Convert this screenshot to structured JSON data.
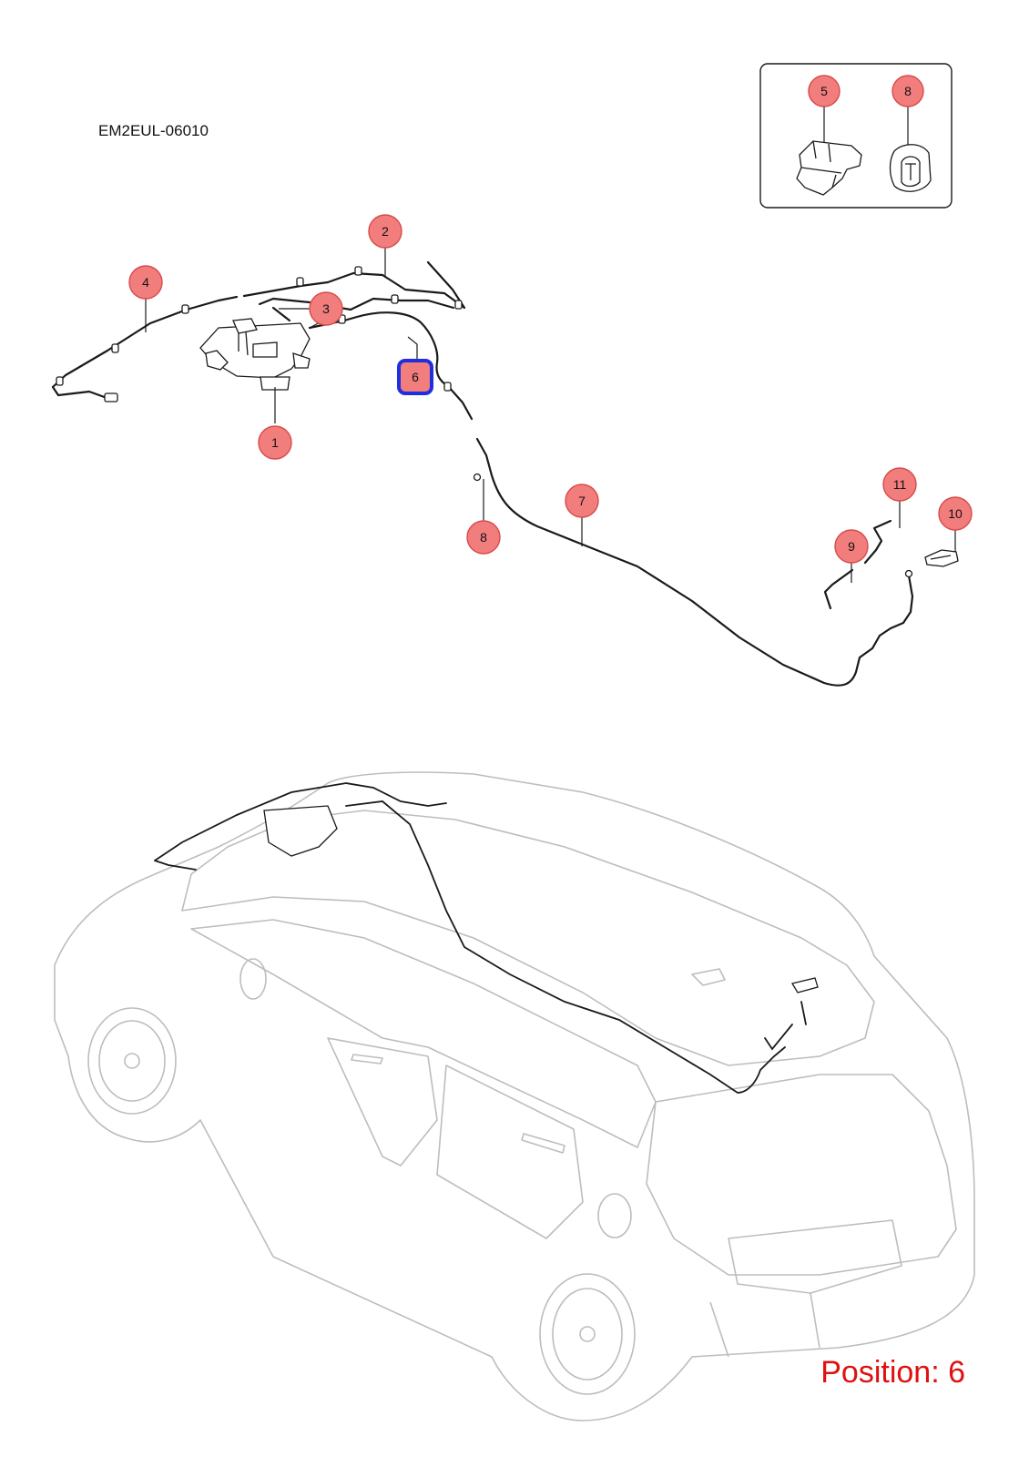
{
  "diagram_code": "EM2EUL-06010",
  "position_label": "Position: 6",
  "selected_callout": "6",
  "colors": {
    "callout_fill": "#f27d7d",
    "callout_stroke": "#d94a4a",
    "selected_stroke": "#1f2fe0",
    "position_text": "#e01010",
    "car_outline": "#bdbdbd"
  },
  "callouts": [
    {
      "id": "c1",
      "label": "1"
    },
    {
      "id": "c2",
      "label": "2"
    },
    {
      "id": "c3",
      "label": "3"
    },
    {
      "id": "c4",
      "label": "4"
    },
    {
      "id": "c5",
      "label": "5"
    },
    {
      "id": "c6",
      "label": "6"
    },
    {
      "id": "c7",
      "label": "7"
    },
    {
      "id": "c8a",
      "label": "8"
    },
    {
      "id": "c8b",
      "label": "8"
    },
    {
      "id": "c9",
      "label": "9"
    },
    {
      "id": "c10",
      "label": "10"
    },
    {
      "id": "c11",
      "label": "11"
    }
  ]
}
